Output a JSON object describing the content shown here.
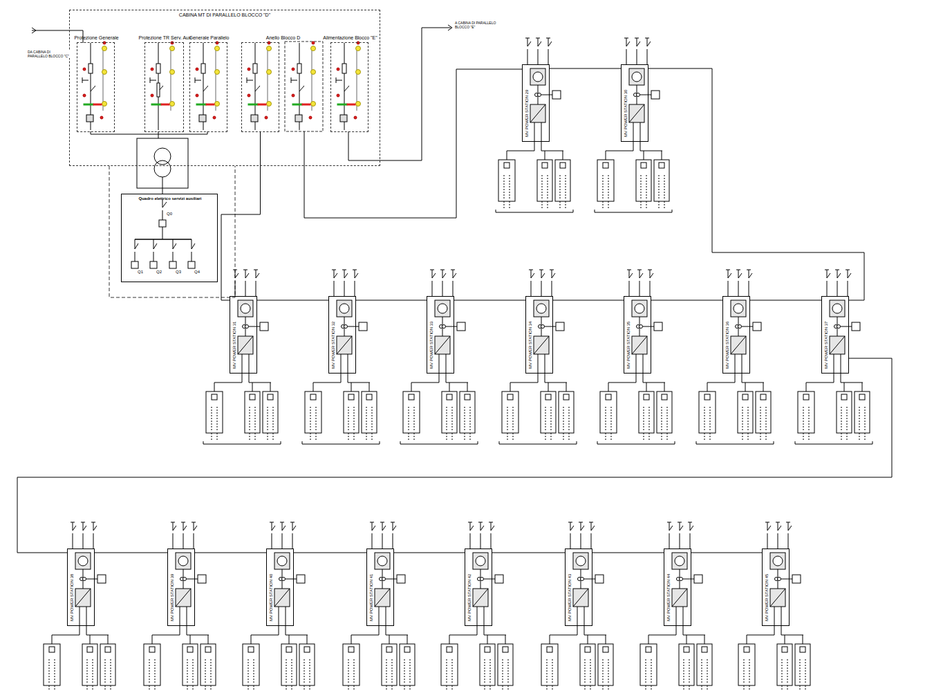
{
  "diagram": {
    "nodes": [
      {
        "text": [
          "CABINA MT DI PARALLELO BLOCCO \"D\""
        ]
      },
      {
        "text": [
          "Protezione Generale"
        ],
        "in": 0
      },
      {
        "text": [
          "Protezione TR Serv. Aux"
        ],
        "in": 0
      },
      {
        "text": [
          "Generale Parallelo"
        ],
        "in": 0
      },
      {
        "text": [
          "Anello Blocco D"
        ],
        "in": 0
      },
      {
        "text": [
          "Alimentazione Blocco \"E\""
        ],
        "in": 0
      },
      {
        "text": [
          "Quadro elettrico servizi ausiliari"
        ]
      },
      {
        "text": [
          "MV POWER STATION 29"
        ]
      },
      {
        "text": [
          "MV POWER STATION 30"
        ]
      },
      {
        "text": [
          "MV POWER STATION 31"
        ]
      },
      {
        "text": [
          "MV POWER STATION 32"
        ]
      },
      {
        "text": [
          "MV POWER STATION 33"
        ]
      },
      {
        "text": [
          "MV POWER STATION 34"
        ]
      },
      {
        "text": [
          "MV POWER STATION 35"
        ]
      },
      {
        "text": [
          "MV POWER STATION 36"
        ]
      },
      {
        "text": [
          "MV POWER STATION 37"
        ]
      },
      {
        "text": [
          "MV POWER STATION 38"
        ]
      },
      {
        "text": [
          "MV POWER STATION 39"
        ]
      },
      {
        "text": [
          "MV POWER STATION 40"
        ]
      },
      {
        "text": [
          "MV POWER STATION 41"
        ]
      },
      {
        "text": [
          "MV POWER STATION 42"
        ]
      },
      {
        "text": [
          "MV POWER STATION 43"
        ]
      },
      {
        "text": [
          "MV POWER STATION 44"
        ]
      },
      {
        "text": [
          "MV POWER STATION 45"
        ]
      }
    ],
    "edges": [
      {
        "from": 4,
        "to": 9,
        "arrow": "none"
      },
      {
        "from": 7,
        "to": 8,
        "arrow": "none"
      },
      {
        "from": 8,
        "to": 15,
        "arrow": "none"
      },
      {
        "from": 9,
        "to": 10,
        "arrow": "none"
      },
      {
        "from": 10,
        "to": 11,
        "arrow": "none"
      },
      {
        "from": 11,
        "to": 12,
        "arrow": "none"
      },
      {
        "from": 12,
        "to": 13,
        "arrow": "none"
      },
      {
        "from": 13,
        "to": 14,
        "arrow": "none"
      },
      {
        "from": 14,
        "to": 15,
        "arrow": "none"
      },
      {
        "from": 15,
        "to": 16,
        "arrow": "none"
      },
      {
        "from": 16,
        "to": 17,
        "arrow": "none"
      },
      {
        "from": 17,
        "to": 18,
        "arrow": "none"
      },
      {
        "from": 18,
        "to": 19,
        "arrow": "none"
      },
      {
        "from": 19,
        "to": 20,
        "arrow": "none"
      },
      {
        "from": 20,
        "to": 21,
        "arrow": "none"
      },
      {
        "from": 21,
        "to": 22,
        "arrow": "none"
      },
      {
        "from": 22,
        "to": 23,
        "arrow": "none"
      }
    ],
    "labels": [
      "DA CABINA DI PARALLELO BLOCCO \"C\"",
      "A CABINA DI PARALLELO BLOCCO \"E\"",
      "Q0",
      "Q1",
      "Q2",
      "Q3",
      "Q4"
    ]
  }
}
